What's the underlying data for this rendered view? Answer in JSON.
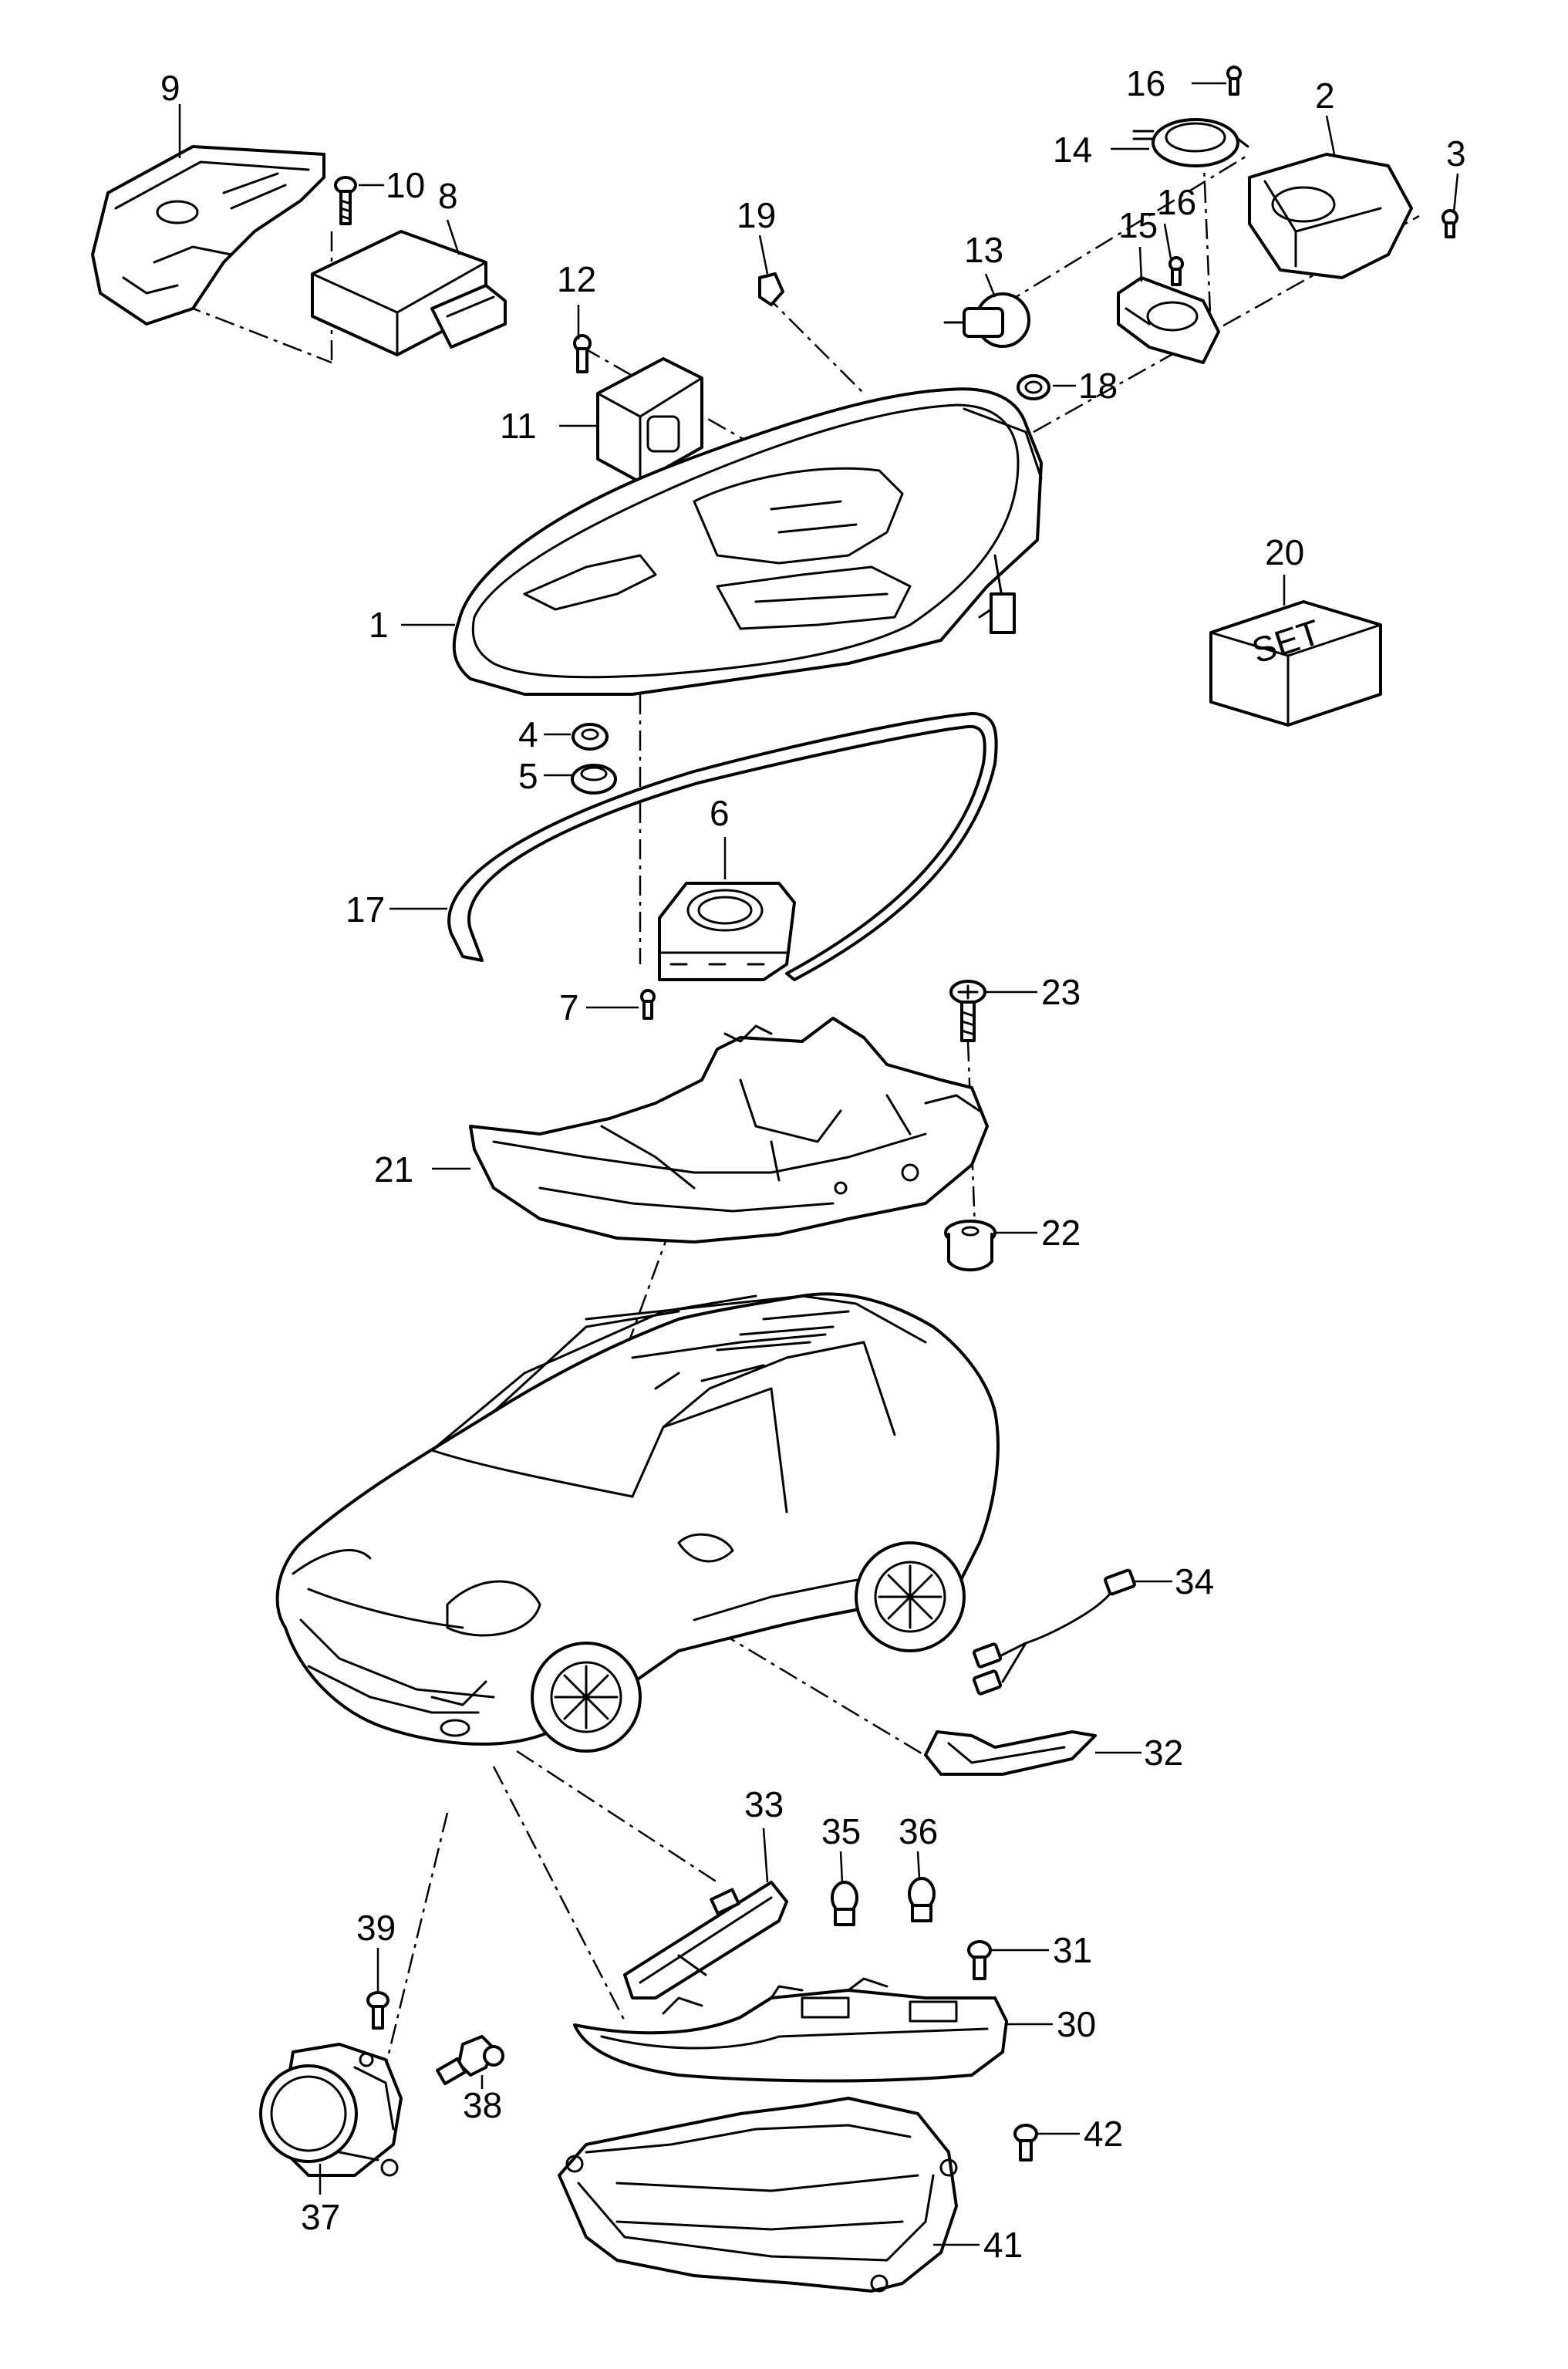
{
  "callouts": {
    "n1": "1",
    "n2": "2",
    "n3": "3",
    "n4": "4",
    "n5": "5",
    "n6": "6",
    "n7": "7",
    "n8": "8",
    "n9": "9",
    "n10": "10",
    "n11": "11",
    "n12": "12",
    "n13": "13",
    "n14": "14",
    "n15": "15",
    "n16a": "16",
    "n16b": "16",
    "n17": "17",
    "n18": "18",
    "n19": "19",
    "n20": "20",
    "n21": "21",
    "n22": "22",
    "n23": "23",
    "n30": "30",
    "n31": "31",
    "n32": "32",
    "n33": "33",
    "n34": "34",
    "n35": "35",
    "n36": "36",
    "n37": "37",
    "n38": "38",
    "n39": "39",
    "n41": "41",
    "n42": "42"
  },
  "set_box_label": "SET"
}
